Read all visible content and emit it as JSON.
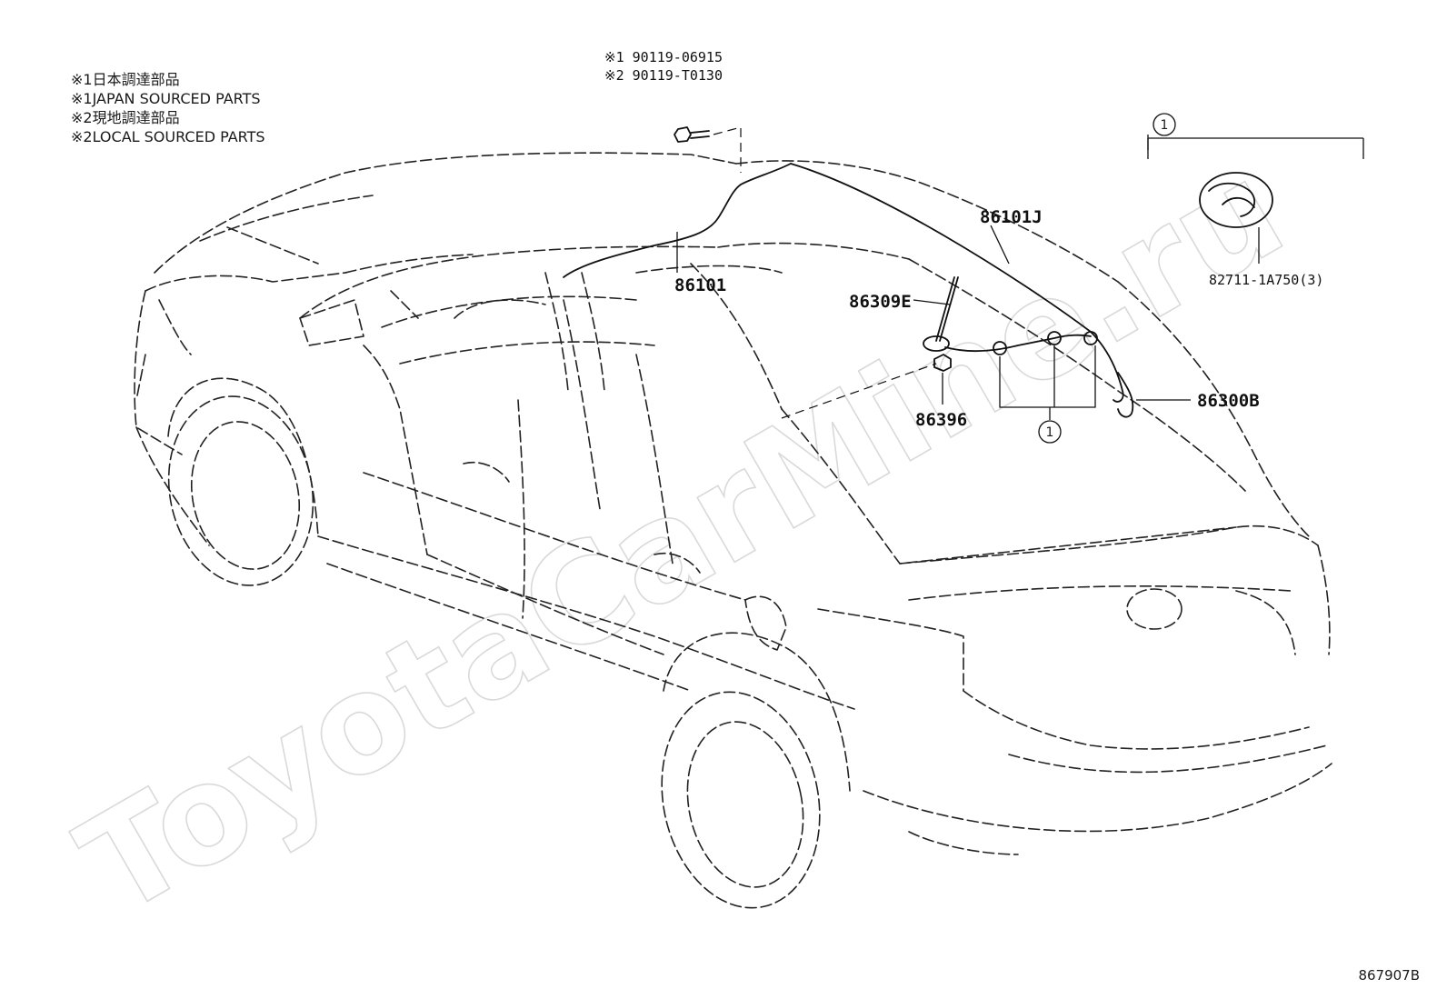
{
  "notes": {
    "line1": "※1日本調達部品",
    "line2": "※1JAPAN SOURCED PARTS",
    "line3": "※2現地調達部品",
    "line4": "※2LOCAL SOURCED PARTS"
  },
  "bolt": {
    "line1": "※1 90119-06915",
    "line2": "※2 90119-T0130"
  },
  "parts": {
    "p86101": "86101",
    "p86101J": "86101J",
    "p86309E": "86309E",
    "p86396": "86396",
    "p86300B": "86300B",
    "p82711": "82711-1A750(3)"
  },
  "callouts": {
    "group_ref": "1",
    "clamp_ref": "1"
  },
  "watermark": "ToyotaCarMine.ru",
  "diagram_id": "867907B",
  "colors": {
    "line": "#111111",
    "watermark": "#d9d9d9",
    "background": "#ffffff"
  }
}
